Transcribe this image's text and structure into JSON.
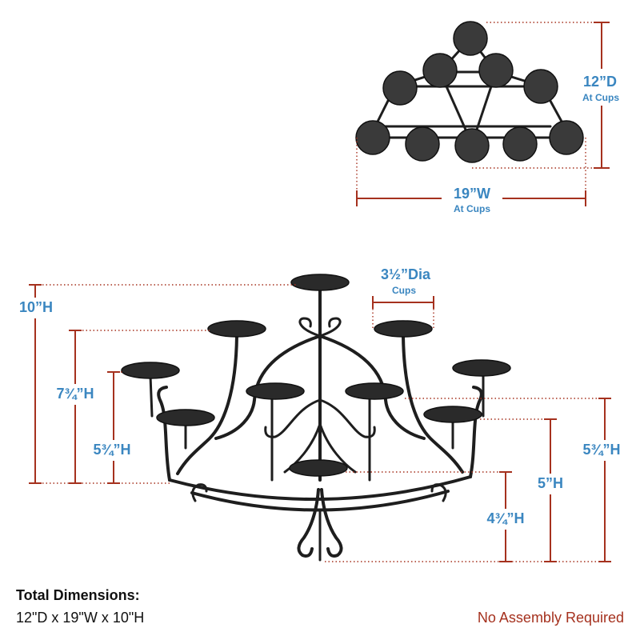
{
  "top_view": {
    "depth_value": "12”D",
    "depth_note": "At Cups",
    "width_value": "19”W",
    "width_note": "At Cups"
  },
  "front_view": {
    "cup_dia_value": "3½”Dia",
    "cup_dia_note": "Cups",
    "heights_left": [
      "10”H",
      "7¾”H",
      "5¾”H"
    ],
    "heights_right": [
      "4¾”H",
      "5”H",
      "5¾”H"
    ]
  },
  "footer": {
    "total_label": "Total Dimensions:",
    "total_value": "12\"D x 19\"W x 10\"H",
    "assembly_note": "No Assembly Required"
  },
  "colors": {
    "dimension_text": "#3a86c0",
    "dimension_lines": "#a5311e",
    "assembly_note": "#a5311e"
  }
}
